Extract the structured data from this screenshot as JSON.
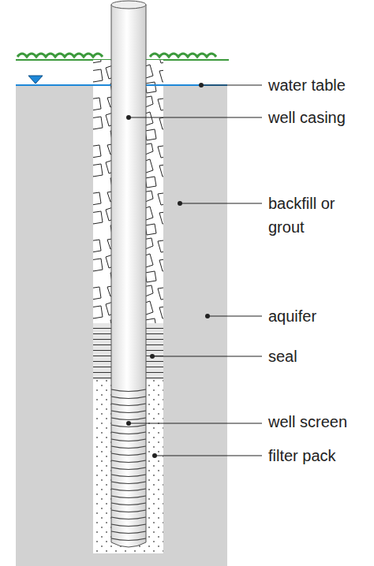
{
  "diagram": {
    "labels": [
      "water table",
      "well casing",
      "backfill or grout",
      "aquifer",
      "seal",
      "well screen",
      "filter pack"
    ]
  }
}
